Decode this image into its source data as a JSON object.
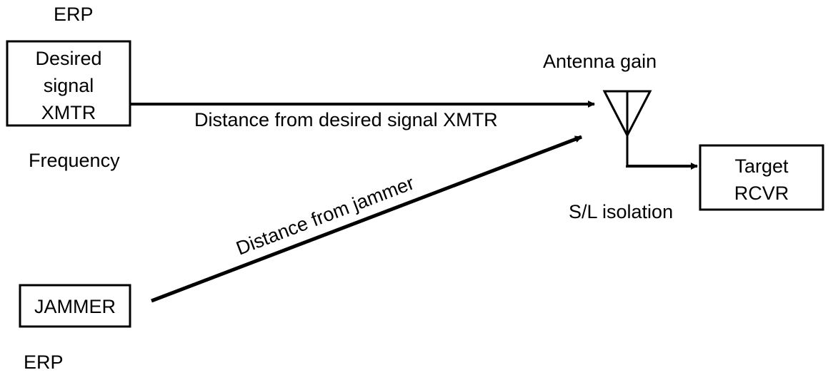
{
  "transmitter": {
    "erp_label": "ERP",
    "box_lines": [
      "Desired",
      "signal",
      "XMTR"
    ],
    "frequency_label": "Frequency"
  },
  "jammer": {
    "box_label": "JAMMER",
    "erp_label": "ERP"
  },
  "paths": {
    "desired_distance_label": "Distance from desired signal XMTR",
    "jammer_distance_label": "Distance from jammer"
  },
  "antenna": {
    "gain_label": "Antenna gain",
    "isolation_label": "S/L isolation"
  },
  "receiver": {
    "box_lines": [
      "Target",
      "RCVR"
    ]
  },
  "colors": {
    "line": "#000000",
    "background": "#ffffff"
  }
}
